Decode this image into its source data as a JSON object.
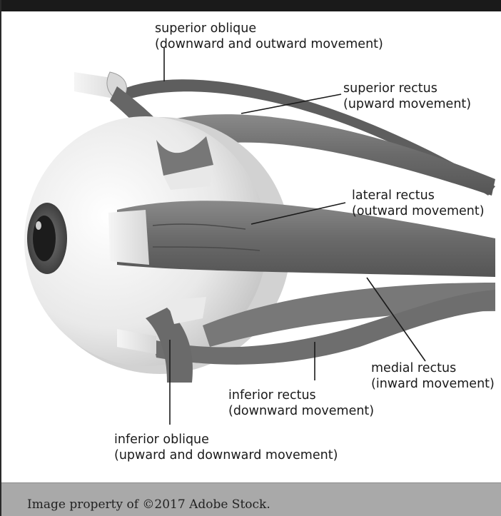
{
  "labels": {
    "superior_oblique": {
      "name": "superior oblique",
      "desc": "(downward and outward movement)"
    },
    "superior_rectus": {
      "name": "superior rectus",
      "desc": "(upward movement)"
    },
    "lateral_rectus": {
      "name": "lateral rectus",
      "desc": "(outward movement)"
    },
    "medial_rectus": {
      "name": "medial rectus",
      "desc": "(inward movement)"
    },
    "inferior_rectus": {
      "name": "inferior rectus",
      "desc": "(downward movement)"
    },
    "inferior_oblique": {
      "name": "inferior oblique",
      "desc": "(upward and downward movement)"
    }
  },
  "footer": {
    "credit": "Image property of ©2017 Adobe Stock."
  },
  "colors": {
    "muscle": "#6e6e6e",
    "muscle_dark": "#4a4a4a",
    "tendon": "#e6e6e6",
    "sclera": "#eeeeee",
    "iris": "#5a5a5a",
    "pupil": "#1c1c1c",
    "footer_bg": "#a9a9a9",
    "header_bg": "#1a1a1a"
  }
}
